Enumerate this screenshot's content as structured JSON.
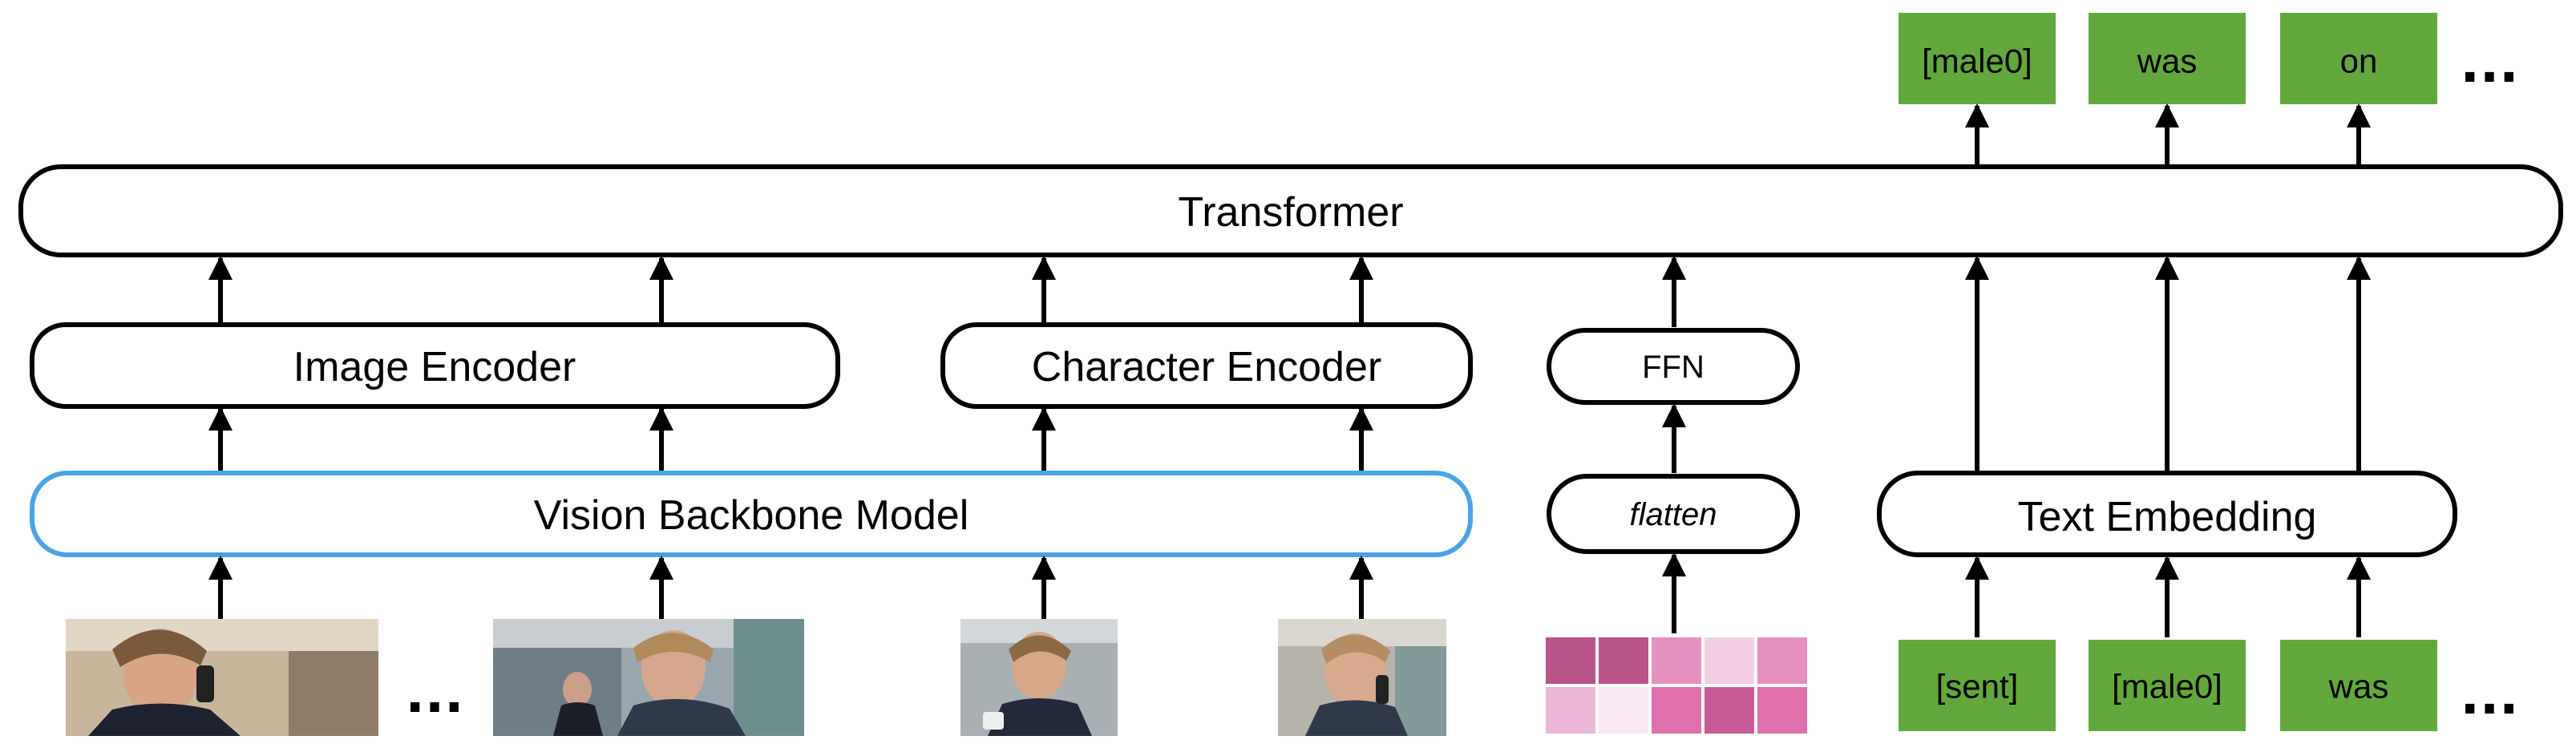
{
  "labels": {
    "transformer": "Transformer",
    "image_encoder": "Image Encoder",
    "character_encoder": "Character Encoder",
    "ffn": "FFN",
    "vision_backbone": "Vision Backbone Model",
    "flatten": "flatten",
    "text_embedding": "Text Embedding"
  },
  "output_tokens": [
    "[male0]",
    "was",
    "on"
  ],
  "input_tokens": [
    "[sent]",
    "[male0]",
    "was"
  ],
  "ellipsis": "...",
  "colors": {
    "token_green": "#63a83c",
    "backbone_border": "#4aa3e8",
    "heatmap": [
      "#b9548a",
      "#b9548a",
      "#e690c0",
      "#f4cfe3",
      "#e690c0",
      "#ebb5d6",
      "#f7e7f0",
      "#e070ac",
      "#c95b98",
      "#e070ac"
    ]
  },
  "frames": [
    {
      "name": "frame-1",
      "description_icon": "movie-frame-man-on-phone"
    },
    {
      "name": "frame-2",
      "description_icon": "movie-frame-man-on-phone-wide"
    },
    {
      "name": "frame-3",
      "description_icon": "character-crop"
    },
    {
      "name": "frame-4",
      "description_icon": "character-crop"
    }
  ]
}
